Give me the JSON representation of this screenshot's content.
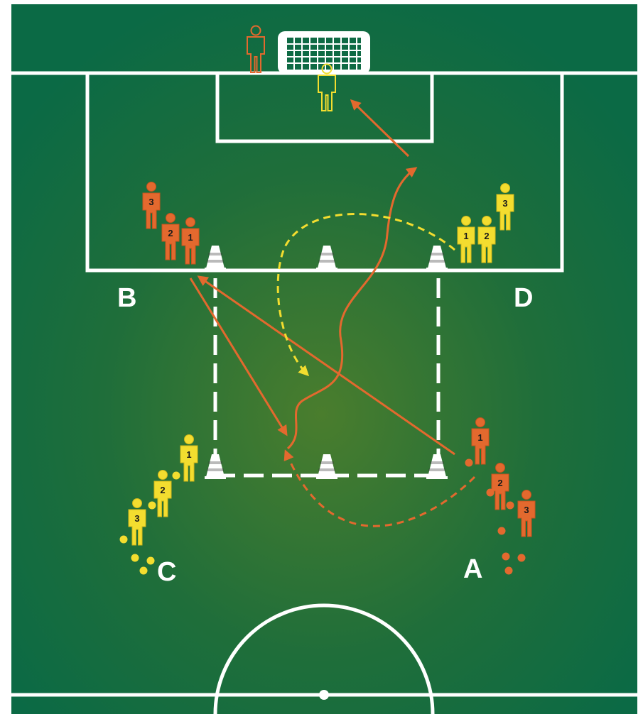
{
  "colors": {
    "pitch_light": "#3f7a2e",
    "pitch_dark": "#0e6a44",
    "lines": "#ffffff",
    "team_orange": "#e3692e",
    "team_orange_dark": "#c9531d",
    "team_yellow": "#f3dd2f",
    "team_yellow_dark": "#d2b81b",
    "keeper_outline_orange": "#e3692e",
    "keeper_outline_yellow": "#f3dd2f"
  },
  "groups": {
    "a": {
      "label": "A",
      "numbers": [
        "1",
        "2",
        "3"
      ]
    },
    "b": {
      "label": "B",
      "numbers": [
        "3",
        "2",
        "1"
      ]
    },
    "c": {
      "label": "C",
      "numbers": [
        "1",
        "2",
        "3"
      ]
    },
    "d": {
      "label": "D",
      "numbers": [
        "1",
        "2",
        "3"
      ]
    }
  },
  "icons": {
    "goal": "goal-net-icon",
    "cone": "training-cone-icon",
    "player": "player-figure-icon",
    "ball": "ball-icon"
  }
}
